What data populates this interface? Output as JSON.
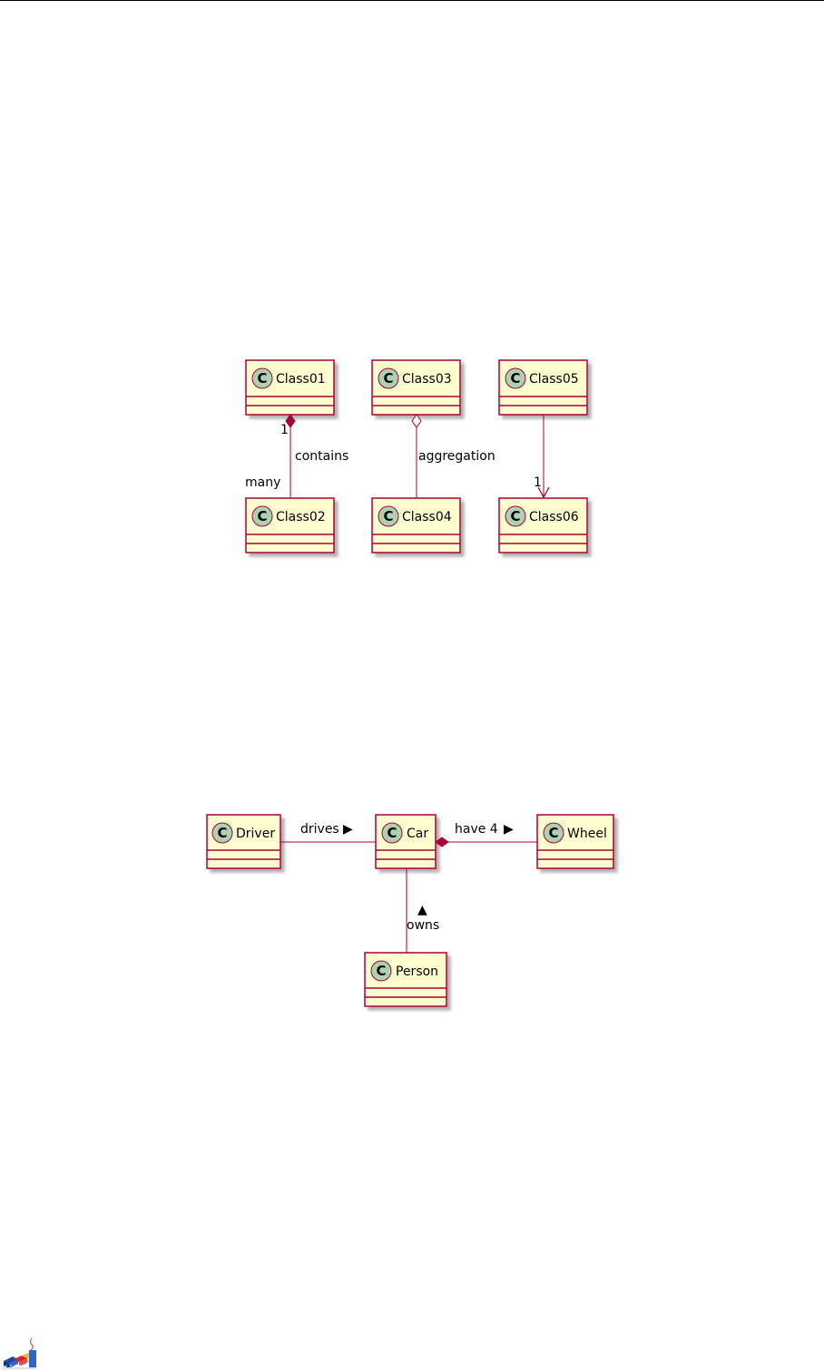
{
  "diagram1": {
    "classes": [
      {
        "id": "class01",
        "name": "Class01"
      },
      {
        "id": "class02",
        "name": "Class02"
      },
      {
        "id": "class03",
        "name": "Class03"
      },
      {
        "id": "class04",
        "name": "Class04"
      },
      {
        "id": "class05",
        "name": "Class05"
      },
      {
        "id": "class06",
        "name": "Class06"
      }
    ],
    "relations": [
      {
        "from": "Class01",
        "to": "Class02",
        "kind": "composition",
        "label": "contains",
        "from_mult": "1",
        "to_mult": "many"
      },
      {
        "from": "Class03",
        "to": "Class04",
        "kind": "aggregation",
        "label": "aggregation"
      },
      {
        "from": "Class05",
        "to": "Class06",
        "kind": "association",
        "to_mult": "1"
      }
    ]
  },
  "diagram2": {
    "classes": [
      {
        "id": "driver",
        "name": "Driver"
      },
      {
        "id": "car",
        "name": "Car"
      },
      {
        "id": "wheel",
        "name": "Wheel"
      },
      {
        "id": "person",
        "name": "Person"
      }
    ],
    "relations": [
      {
        "from": "Driver",
        "to": "Car",
        "kind": "association",
        "label": "drives",
        "arrow": "▶"
      },
      {
        "from": "Car",
        "to": "Wheel",
        "kind": "composition",
        "label": "have 4",
        "arrow": "▶"
      },
      {
        "from": "Person",
        "to": "Car",
        "kind": "association",
        "label": "owns",
        "arrow": "▲"
      }
    ]
  },
  "class_icon_letter": "C",
  "colors": {
    "class_fill": "#FEFECE",
    "class_border": "#A80036",
    "circle_fill": "#ADD1B2",
    "line": "#A80036"
  }
}
